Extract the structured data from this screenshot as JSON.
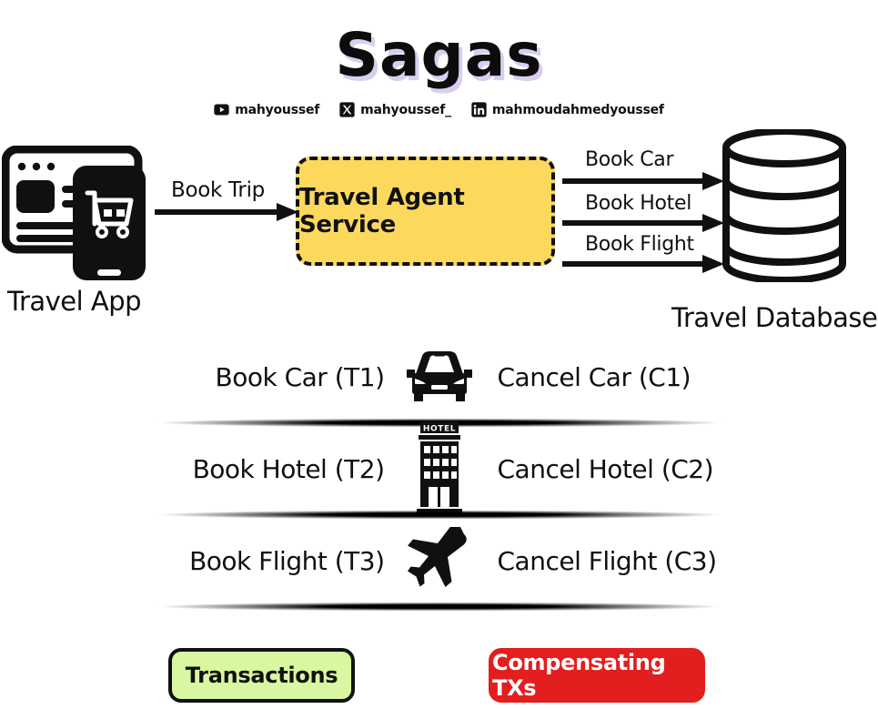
{
  "title": "Sagas",
  "colors": {
    "title_shadow": "#d9cdf0",
    "service_fill": "#FCD95D",
    "transactions_fill": "#D8F7A0",
    "compensating_fill": "#E21E1E",
    "stroke": "#111111"
  },
  "social": [
    {
      "icon": "youtube-icon",
      "handle": "mahyoussef"
    },
    {
      "icon": "x-twitter-icon",
      "handle": "mahyoussef_"
    },
    {
      "icon": "linkedin-icon",
      "handle": "mahmoudahmedyoussef"
    }
  ],
  "flow": {
    "client": {
      "icon": "travel-app-icon",
      "caption": "Travel App"
    },
    "request_label": "Book Trip",
    "service": {
      "label": "Travel Agent Service"
    },
    "db": {
      "icon": "database-icon",
      "caption": "Travel Database"
    },
    "db_operations": [
      {
        "label": "Book Car"
      },
      {
        "label": "Book Hotel"
      },
      {
        "label": "Book Flight"
      }
    ]
  },
  "saga_steps": [
    {
      "icon": "car-icon",
      "transaction": "Book Car (T1)",
      "compensation": "Cancel Car (C1)"
    },
    {
      "icon": "hotel-icon",
      "transaction": "Book Hotel (T2)",
      "compensation": "Cancel Hotel (C2)"
    },
    {
      "icon": "airplane-icon",
      "transaction": "Book Flight (T3)",
      "compensation": "Cancel Flight (C3)"
    }
  ],
  "legend": {
    "transactions": "Transactions",
    "compensating": "Compensating TXs"
  }
}
